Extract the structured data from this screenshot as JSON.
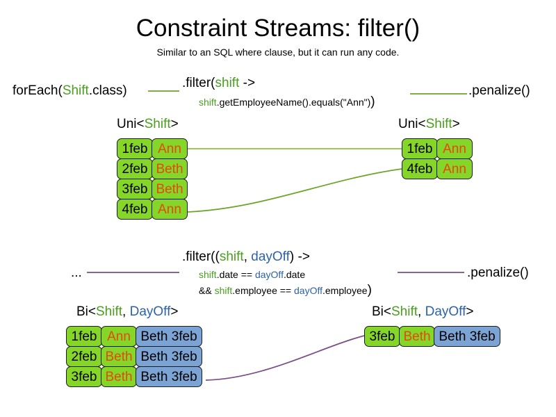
{
  "slide": {
    "title": "Constraint Streams: filter()",
    "subtitle": "Similar to an SQL where clause, but it can run any code."
  },
  "uni_section": {
    "pipeline": {
      "source_label": "forEach(",
      "source_type": "Shift",
      "source_suffix": ".class)",
      "filter_head": ".filter(",
      "filter_param": "shift",
      "filter_arrow": " ->",
      "filter_body_var": "shift",
      "filter_body_rest": ".getEmployeeName().equals(\"Ann\")",
      "filter_close": ")",
      "terminal_label": ".penalize()"
    },
    "input_stack": {
      "type_prefix": "Uni<",
      "type_generic": "Shift",
      "type_suffix": ">",
      "rows": [
        {
          "date": "1feb",
          "name": "Ann"
        },
        {
          "date": "2feb",
          "name": "Beth"
        },
        {
          "date": "3feb",
          "name": "Beth"
        },
        {
          "date": "4feb",
          "name": "Ann"
        }
      ]
    },
    "output_stack": {
      "type_prefix": "Uni<",
      "type_generic": "Shift",
      "type_suffix": ">",
      "rows": [
        {
          "date": "1feb",
          "name": "Ann"
        },
        {
          "date": "4feb",
          "name": "Ann"
        }
      ]
    }
  },
  "bi_section": {
    "pipeline": {
      "source_label": "...",
      "filter_head": ".filter((",
      "filter_param1": "shift",
      "filter_param_sep": ", ",
      "filter_param2": "dayOff",
      "filter_arrow": ") ->",
      "line2_var1": "shift",
      "line2_mid": ".date == ",
      "line2_var2": "dayOff",
      "line2_rest": ".date",
      "line3_prefix": "&& ",
      "line3_var1": "shift",
      "line3_mid": ".employee == ",
      "line3_var2": "dayOff",
      "line3_rest": ".employee",
      "filter_close": ")",
      "terminal_label": ".penalize()"
    },
    "input_stack": {
      "type_prefix": "Bi<",
      "type_generic_1": "Shift",
      "type_sep": ", ",
      "type_generic_2": "DayOff",
      "type_suffix": ">",
      "rows": [
        {
          "date": "1feb",
          "name": "Ann",
          "dayoff": "Beth 3feb"
        },
        {
          "date": "2feb",
          "name": "Beth",
          "dayoff": "Beth 3feb"
        },
        {
          "date": "3feb",
          "name": "Beth",
          "dayoff": "Beth 3feb"
        }
      ]
    },
    "output_stack": {
      "type_prefix": "Bi<",
      "type_generic_1": "Shift",
      "type_sep": ", ",
      "type_generic_2": "DayOff",
      "type_suffix": ">",
      "rows": [
        {
          "date": "3feb",
          "name": "Beth",
          "dayoff": "Beth 3feb"
        }
      ]
    }
  },
  "colors": {
    "shift_green_text": "#4a9e1f",
    "dayoff_blue_text": "#2d62a8",
    "card_green_fill": "#86d62a",
    "card_blue_fill": "#7ba3d4",
    "name_orange_text": "#e2490d",
    "uni_edge": "#6aa528",
    "bi_edge": "#7a4e86"
  }
}
